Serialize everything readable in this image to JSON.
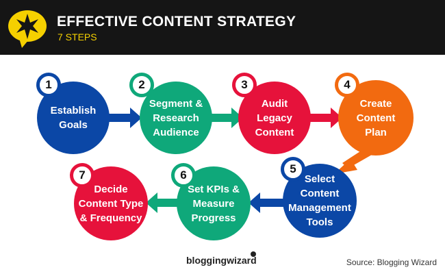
{
  "header": {
    "title": "EFFECTIVE CONTENT STRATEGY",
    "subtitle": "7 STEPS"
  },
  "colors": {
    "blue": "#0b47a6",
    "green": "#0fa87a",
    "red": "#e6123b",
    "orange": "#f26a10",
    "yellow": "#f5d000",
    "header_bg": "#151515"
  },
  "steps": [
    {
      "number": "1",
      "label": "Establish\nGoals",
      "color": "blue"
    },
    {
      "number": "2",
      "label": "Segment &\nResearch\nAudience",
      "color": "green"
    },
    {
      "number": "3",
      "label": "Audit\nLegacy\nContent",
      "color": "red"
    },
    {
      "number": "4",
      "label": "Create\nContent\nPlan",
      "color": "orange"
    },
    {
      "number": "5",
      "label": "Select\nContent\nManagement\nTools",
      "color": "blue"
    },
    {
      "number": "6",
      "label": "Set KPIs &\nMeasure\nProgress",
      "color": "green"
    },
    {
      "number": "7",
      "label": "Decide\nContent Type\n& Frequency",
      "color": "red"
    }
  ],
  "footer": {
    "brand": "bloggingwizard",
    "source": "Source: Blogging Wizard"
  }
}
